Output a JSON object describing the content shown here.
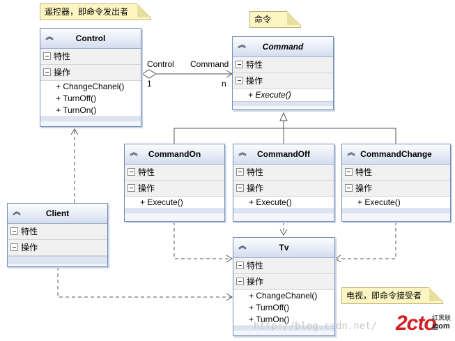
{
  "notes": {
    "control": "遥控器，即命令发出者",
    "command": "命令",
    "tv": "电视，即命令接受者"
  },
  "section_labels": {
    "attributes": "特性",
    "operations": "操作"
  },
  "classes": {
    "control": {
      "name": "Control",
      "methods": [
        "+ ChangeChanel()",
        "+ TurnOff()",
        "+ TurnOn()"
      ]
    },
    "command": {
      "name": "Command",
      "methods": [
        "+ Execute()"
      ]
    },
    "command_on": {
      "name": "CommandOn",
      "methods": [
        "+ Execute()"
      ]
    },
    "command_off": {
      "name": "CommandOff",
      "methods": [
        "+ Execute()"
      ]
    },
    "command_change": {
      "name": "CommandChange",
      "methods": [
        "+ Execute()"
      ]
    },
    "client": {
      "name": "Client",
      "methods": []
    },
    "tv": {
      "name": "Tv",
      "methods": [
        "+ ChangeChanel()",
        "+ TurnOff()",
        "+ TurnOn()"
      ]
    }
  },
  "association": {
    "source_role": "Control",
    "target_role": "Command",
    "source_multiplicity": "1",
    "target_multiplicity": "n"
  },
  "watermark": "http://blog.csdn.net/",
  "logo": {
    "brand": "2cto",
    "subtitle": "红黑联盟",
    "suffix": ".com"
  },
  "colors": {
    "class_border": "#6f8db8",
    "note_fill": "#fdf6c3",
    "logo_red": "#d21f24"
  }
}
